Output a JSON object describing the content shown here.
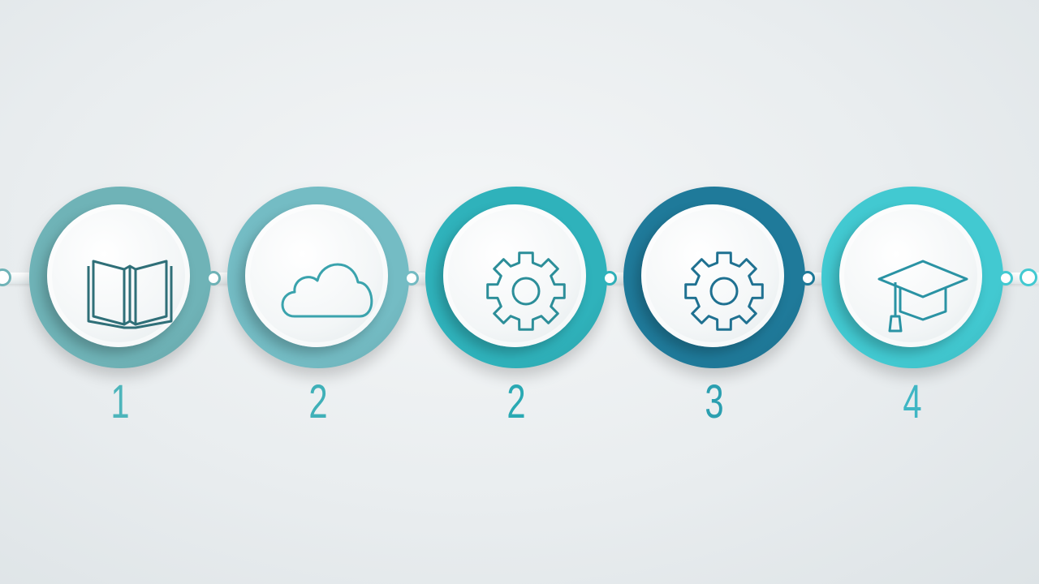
{
  "steps": [
    {
      "number": "1",
      "icon": "open-book-icon",
      "ring_color": "#6fb3b7",
      "icon_color": "#2f6f78",
      "number_color": "#4db5bb"
    },
    {
      "number": "2",
      "icon": "cloud-icon",
      "ring_color": "#74bcc4",
      "icon_color": "#3aa3ad",
      "number_color": "#3fb0b8"
    },
    {
      "number": "2",
      "icon": "gear-icon",
      "ring_color": "#2fb2bb",
      "icon_color": "#2c8e99",
      "number_color": "#2aa9b3"
    },
    {
      "number": "3",
      "icon": "gear-icon",
      "ring_color": "#1f7a9a",
      "icon_color": "#1f7191",
      "number_color": "#2b9fb0"
    },
    {
      "number": "4",
      "icon": "graduation-cap-icon",
      "ring_color": "#42c9d1",
      "icon_color": "#2a93a4",
      "number_color": "#3fb6c4"
    }
  ]
}
